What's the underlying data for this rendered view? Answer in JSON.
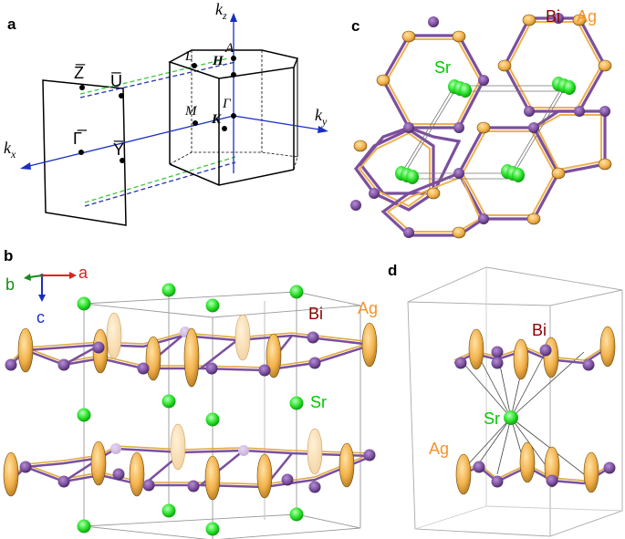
{
  "panels": {
    "a": "a",
    "b": "b",
    "c": "c",
    "d": "d"
  },
  "panel_a": {
    "kz": "k",
    "kz_sub": "z",
    "ky": "k",
    "ky_sub": "y",
    "kx": "k",
    "kx_sub": "x",
    "points_bz": [
      "A",
      "L",
      "H",
      "Γ",
      "M",
      "K"
    ],
    "points_surface": [
      "Z̅",
      "U̅",
      "Γ̅",
      "Y̅"
    ]
  },
  "panel_b": {
    "axis_b": "b",
    "axis_a": "a",
    "axis_c": "c",
    "label_bi": "Bi",
    "label_ag": "Ag",
    "label_sr": "Sr"
  },
  "panel_c": {
    "label_bi": "Bi",
    "label_ag": "Ag",
    "label_sr": "Sr"
  },
  "panel_d": {
    "label_bi": "Bi",
    "label_ag": "Ag",
    "label_sr": "Sr"
  },
  "colors": {
    "bi": "#7b4f9d",
    "bi_label": "#8b0000",
    "ag": "#f0b14c",
    "ag_label": "#f5932a",
    "sr": "#22e022",
    "sr_label": "#00c800",
    "axis_blue": "#1a2fc0",
    "axis_red": "#e02020",
    "axis_green": "#1a8a1a",
    "dash_green": "#3cc83c",
    "dash_blue": "#2233aa"
  }
}
